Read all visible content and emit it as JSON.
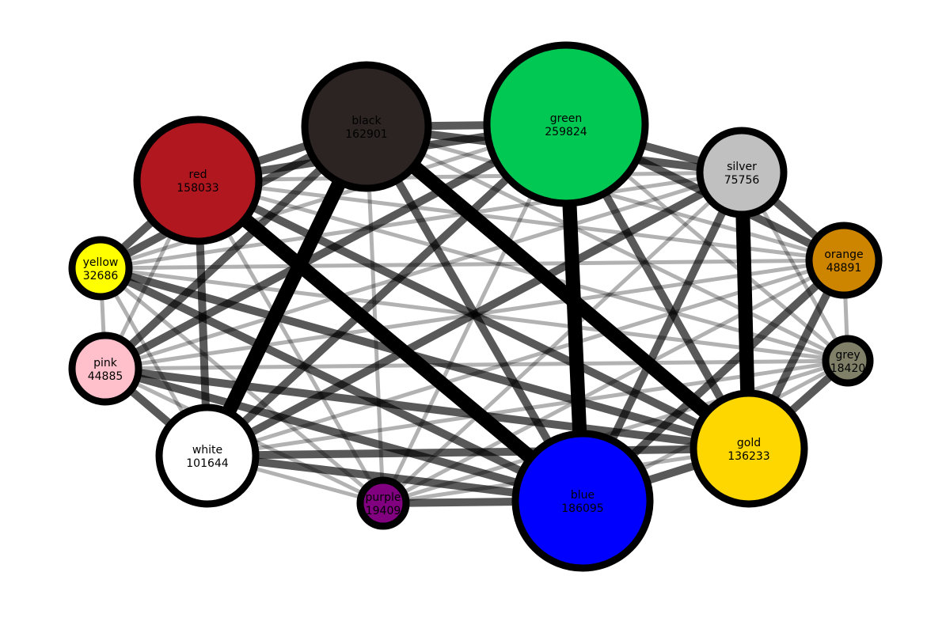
{
  "nodes": [
    {
      "id": "green",
      "name": "green",
      "value": "259824",
      "fill": "#00c853"
    },
    {
      "id": "blue",
      "name": "blue",
      "value": "186095",
      "fill": "#0000ff"
    },
    {
      "id": "black",
      "name": "black",
      "value": "162901",
      "fill": "#2b2422"
    },
    {
      "id": "red",
      "name": "red",
      "value": "158033",
      "fill": "#b0171f"
    },
    {
      "id": "gold",
      "name": "gold",
      "value": "136233",
      "fill": "#ffd700"
    },
    {
      "id": "white",
      "name": "white",
      "value": "101644",
      "fill": "#ffffff"
    },
    {
      "id": "silver",
      "name": "silver",
      "value": "75756",
      "fill": "#c0c0c0"
    },
    {
      "id": "orange",
      "name": "orange",
      "value": "48891",
      "fill": "#cd8500"
    },
    {
      "id": "pink",
      "name": "pink",
      "value": "44885",
      "fill": "#ffc0cb"
    },
    {
      "id": "yellow",
      "name": "yellow",
      "value": "32686",
      "fill": "#ffff00"
    },
    {
      "id": "purple",
      "name": "purple",
      "value": "19409",
      "fill": "#800080"
    },
    {
      "id": "grey",
      "name": "grey",
      "value": "18420",
      "fill": "#808069"
    }
  ],
  "edges": [
    {
      "source": "black",
      "target": "white",
      "weight": 10
    },
    {
      "source": "black",
      "target": "gold",
      "weight": 10
    },
    {
      "source": "red",
      "target": "blue",
      "weight": 10
    },
    {
      "source": "green",
      "target": "blue",
      "weight": 10
    },
    {
      "source": "silver",
      "target": "gold",
      "weight": 10
    },
    {
      "source": "black",
      "target": "green",
      "weight": 5
    },
    {
      "source": "red",
      "target": "black",
      "weight": 5
    },
    {
      "source": "red",
      "target": "green",
      "weight": 5
    },
    {
      "source": "green",
      "target": "silver",
      "weight": 5
    },
    {
      "source": "silver",
      "target": "orange",
      "weight": 5
    },
    {
      "source": "white",
      "target": "blue",
      "weight": 5
    },
    {
      "source": "blue",
      "target": "gold",
      "weight": 5
    },
    {
      "source": "yellow",
      "target": "gold",
      "weight": 5
    },
    {
      "source": "red",
      "target": "gold",
      "weight": 5
    },
    {
      "source": "pink",
      "target": "blue",
      "weight": 5
    },
    {
      "source": "pink",
      "target": "black",
      "weight": 5
    },
    {
      "source": "yellow",
      "target": "black",
      "weight": 5
    },
    {
      "source": "black",
      "target": "blue",
      "weight": 5
    },
    {
      "source": "green",
      "target": "gold",
      "weight": 5
    },
    {
      "source": "silver",
      "target": "blue",
      "weight": 5
    },
    {
      "source": "orange",
      "target": "gold",
      "weight": 5
    },
    {
      "source": "grey",
      "target": "gold",
      "weight": 5
    },
    {
      "source": "white",
      "target": "green",
      "weight": 5
    },
    {
      "source": "white",
      "target": "gold",
      "weight": 5
    },
    {
      "source": "red",
      "target": "white",
      "weight": 5
    },
    {
      "source": "pink",
      "target": "gold",
      "weight": 5
    },
    {
      "source": "green",
      "target": "orange",
      "weight": 5
    },
    {
      "source": "black",
      "target": "silver",
      "weight": 5
    },
    {
      "source": "yellow",
      "target": "red",
      "weight": 5
    },
    {
      "source": "yellow",
      "target": "blue",
      "weight": 5
    },
    {
      "source": "pink",
      "target": "green",
      "weight": 5
    },
    {
      "source": "purple",
      "target": "blue",
      "weight": 5
    },
    {
      "source": "orange",
      "target": "blue",
      "weight": 5
    },
    {
      "source": "white",
      "target": "pink",
      "weight": 5
    },
    {
      "source": "white",
      "target": "silver",
      "weight": 5
    },
    {
      "source": "grey",
      "target": "blue",
      "weight": 4
    },
    {
      "source": "yellow",
      "target": "green",
      "weight": 4
    },
    {
      "source": "yellow",
      "target": "pink",
      "weight": 4
    },
    {
      "source": "yellow",
      "target": "white",
      "weight": 4
    },
    {
      "source": "yellow",
      "target": "purple",
      "weight": 4
    },
    {
      "source": "yellow",
      "target": "silver",
      "weight": 4
    },
    {
      "source": "yellow",
      "target": "orange",
      "weight": 4
    },
    {
      "source": "yellow",
      "target": "grey",
      "weight": 4
    },
    {
      "source": "pink",
      "target": "red",
      "weight": 4
    },
    {
      "source": "pink",
      "target": "purple",
      "weight": 4
    },
    {
      "source": "pink",
      "target": "silver",
      "weight": 4
    },
    {
      "source": "pink",
      "target": "orange",
      "weight": 4
    },
    {
      "source": "pink",
      "target": "grey",
      "weight": 4
    },
    {
      "source": "white",
      "target": "purple",
      "weight": 4
    },
    {
      "source": "white",
      "target": "orange",
      "weight": 4
    },
    {
      "source": "white",
      "target": "grey",
      "weight": 4
    },
    {
      "source": "red",
      "target": "purple",
      "weight": 4
    },
    {
      "source": "red",
      "target": "silver",
      "weight": 4
    },
    {
      "source": "red",
      "target": "orange",
      "weight": 4
    },
    {
      "source": "red",
      "target": "grey",
      "weight": 4
    },
    {
      "source": "black",
      "target": "purple",
      "weight": 4
    },
    {
      "source": "black",
      "target": "orange",
      "weight": 4
    },
    {
      "source": "black",
      "target": "grey",
      "weight": 4
    },
    {
      "source": "green",
      "target": "purple",
      "weight": 4
    },
    {
      "source": "green",
      "target": "grey",
      "weight": 4
    },
    {
      "source": "silver",
      "target": "purple",
      "weight": 4
    },
    {
      "source": "silver",
      "target": "grey",
      "weight": 4
    },
    {
      "source": "orange",
      "target": "purple",
      "weight": 4
    },
    {
      "source": "orange",
      "target": "grey",
      "weight": 4
    },
    {
      "source": "purple",
      "target": "gold",
      "weight": 4
    },
    {
      "source": "purple",
      "target": "grey",
      "weight": 4
    }
  ]
}
